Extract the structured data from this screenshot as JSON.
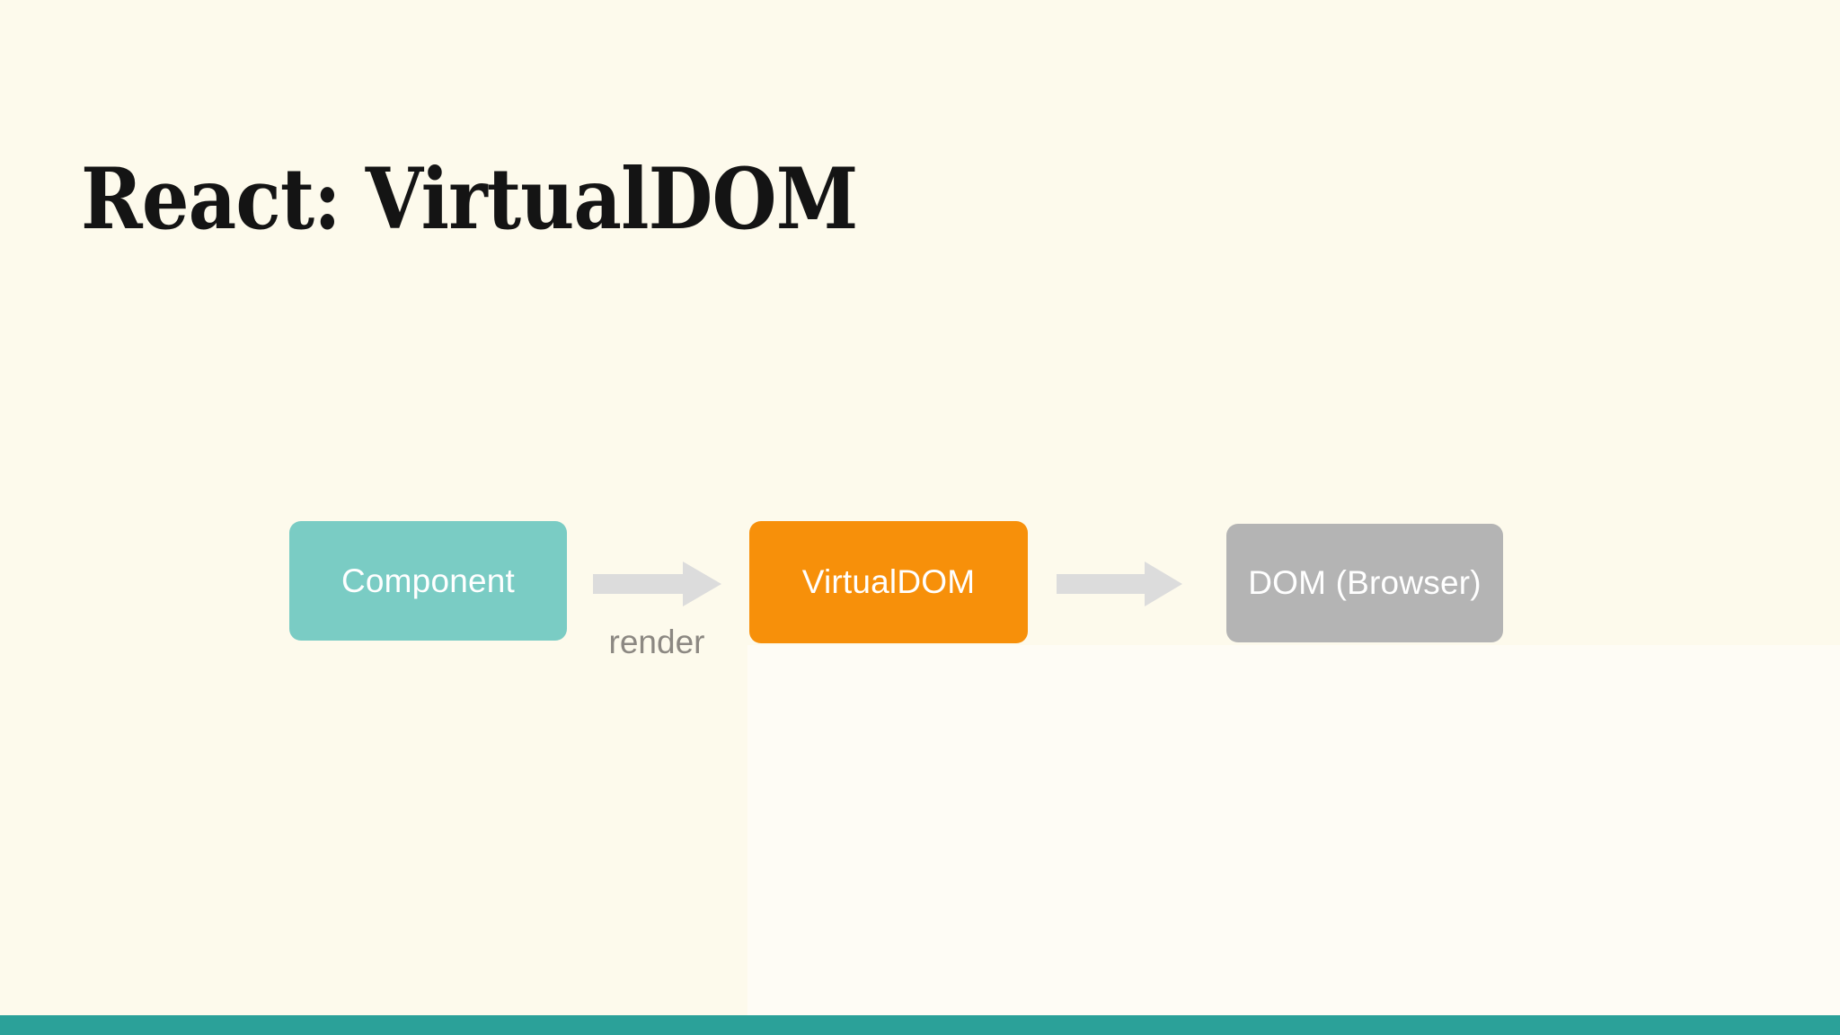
{
  "slide": {
    "title": "React: VirtualDOM",
    "background_color": "#FDFAEC",
    "title_color": "#141414",
    "accent_bar_color": "#2BA199"
  },
  "diagram": {
    "type": "flow",
    "nodes": [
      {
        "id": "component",
        "label": "Component",
        "color": "#7ACCC4",
        "text_color": "#FFFFFF"
      },
      {
        "id": "virtualdom",
        "label": "VirtualDOM",
        "color": "#F7900A",
        "text_color": "#FFFFFF"
      },
      {
        "id": "dom",
        "label": "DOM (Browser)",
        "color": "#B4B4B4",
        "text_color": "#FFFFFF"
      }
    ],
    "edges": [
      {
        "id": "component-to-virtualdom",
        "from": "component",
        "to": "virtualdom",
        "label": "render",
        "color": "#DCDCDC",
        "label_color": "#8C8882"
      },
      {
        "id": "virtualdom-to-dom",
        "from": "virtualdom",
        "to": "dom",
        "label": "",
        "color": "#DCDCDC",
        "label_color": "#8C8882"
      }
    ]
  }
}
